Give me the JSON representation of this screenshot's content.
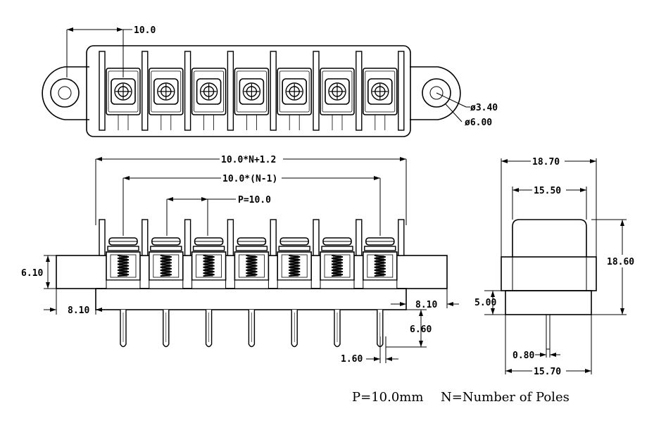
{
  "poles": 7,
  "dimensions": {
    "pitch_top": "10.0",
    "hole_dia": "ø3.40",
    "ear_dia": "ø6.00",
    "total_length": "10.0*N+1.2",
    "span": "10.0*(N-1)",
    "pitch": "P=10.0",
    "body_height": "6.10",
    "left_offset": "8.10",
    "right_offset": "8.10",
    "pin_length": "6.60",
    "pin_pitch_small": "1.60",
    "side_width_top": "18.70",
    "side_cap_width": "15.50",
    "side_height": "18.60",
    "side_base_height": "5.00",
    "pin_thickness": "0.80",
    "side_base_width": "15.70"
  },
  "legend": {
    "pitch_note": "P=10.0mm",
    "poles_note": "N=Number of Poles"
  }
}
